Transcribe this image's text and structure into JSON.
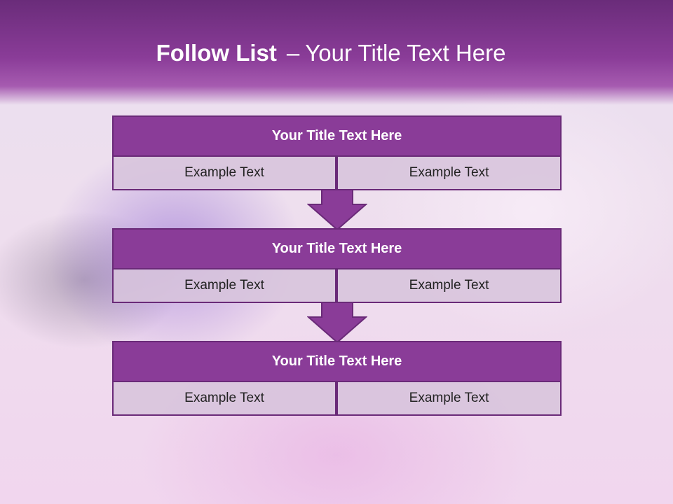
{
  "slide": {
    "title_strong": "Follow List",
    "title_separator": "–",
    "title_rest": "Your Title Text Here"
  },
  "steps": [
    {
      "header": "Your Title Text Here",
      "cells": [
        "Example Text",
        "Example Text"
      ]
    },
    {
      "header": "Your Title Text Here",
      "cells": [
        "Example Text",
        "Example Text"
      ]
    },
    {
      "header": "Your Title Text Here",
      "cells": [
        "Example Text",
        "Example Text"
      ]
    }
  ],
  "colors": {
    "header_fill": "#8a3c98",
    "border": "#6a2a78",
    "cell_fill": "#d7c4dc",
    "banner": "#7a3488"
  },
  "icons": {
    "connector": "down-arrow-icon"
  }
}
